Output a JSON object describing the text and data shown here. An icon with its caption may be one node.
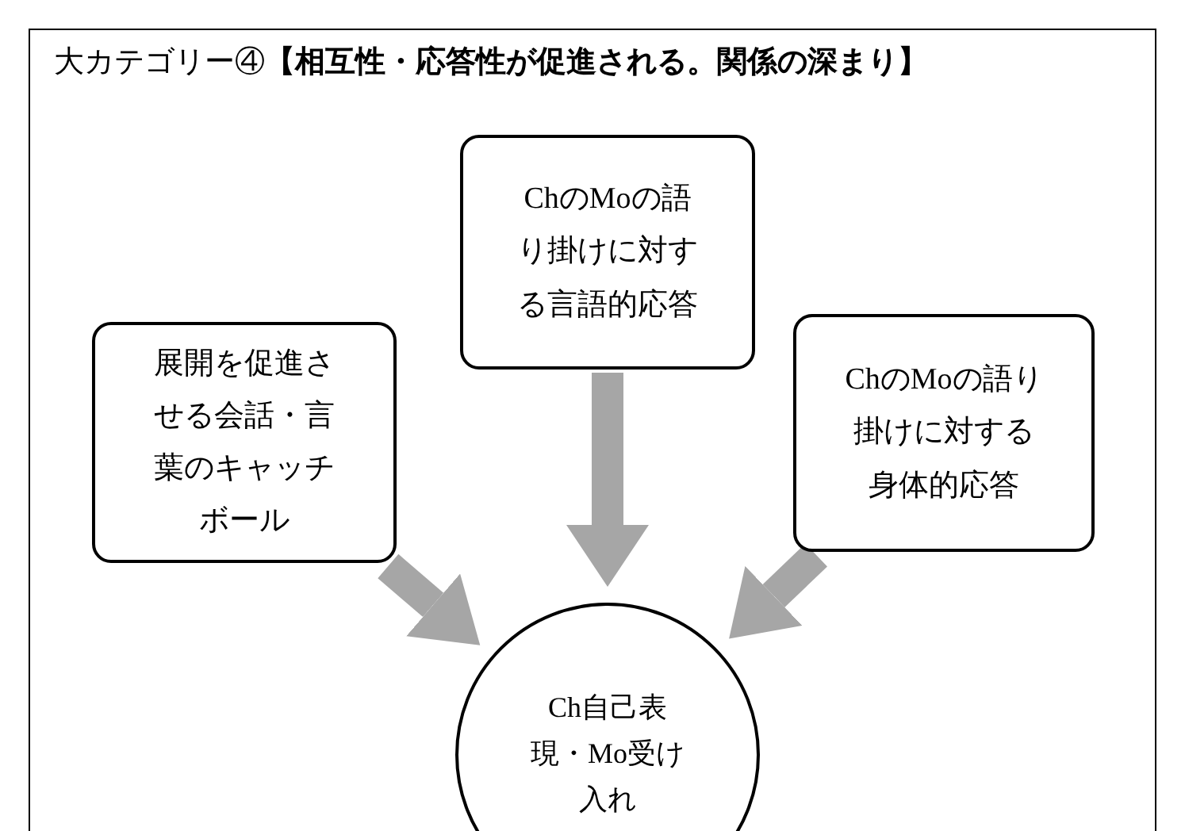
{
  "diagram": {
    "title": "大カテゴリー④**【相互性・応答性が促進される。関係の深まり】**",
    "nodes": [
      {
        "text": [
          "展開を促進させる会話・言葉のキャッチボール"
        ]
      },
      {
        "text": [
          "ChのMoの語り掛けに対する言語的応答"
        ]
      },
      {
        "text": [
          "ChのMoの語り掛けに対する身体的応答"
        ]
      },
      {
        "text": [
          "Ch自己表現・Mo受け入れ"
        ]
      }
    ],
    "edges": [
      {
        "from": 0,
        "to": 3,
        "arrow": "to"
      },
      {
        "from": 1,
        "to": 3,
        "arrow": "to"
      },
      {
        "from": 2,
        "to": 3,
        "arrow": "to"
      }
    ]
  }
}
